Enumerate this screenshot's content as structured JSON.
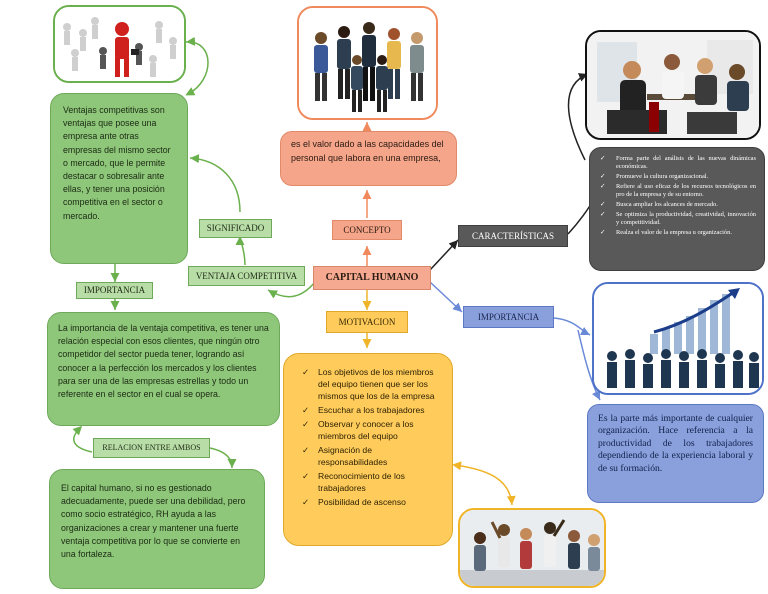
{
  "center": {
    "title": "CAPITAL HUMANO"
  },
  "concepto": {
    "label": "CONCEPTO",
    "text": "es el valor dado a las capacidades del personal que labora en una empresa,"
  },
  "caracteristicas": {
    "label": "CARACTERÍSTICAS",
    "items": [
      "Forma parte del análisis de las nuevas dinámicas económicas.",
      "Promueve la cultura organizacional.",
      "Refiere al uso eficaz de los recursos tecnológicos en pro de la empresa y de su entorno.",
      "Busca ampliar los alcances de mercado.",
      "Se optimiza la productividad, creatividad, innovación y competitividad.",
      "Realza el valor de la empresa u organización."
    ]
  },
  "importancia_right": {
    "label": "IMPORTANCIA",
    "text": "Es la parte más importante de cualquier organización. Hace referencia a la productividad de los trabajadores dependiendo de la experiencia laboral y de su formación."
  },
  "motivacion": {
    "label": "MOTIVACION",
    "items": [
      "Los objetivos de los miembros del equipo tienen que ser los mismos que los de la empresa",
      "Escuchar a los trabajadores",
      "Observar y conocer a los miembros del equipo",
      "Asignación de responsabilidades",
      "Reconocimiento de los trabajadores",
      "Posibilidad de ascenso"
    ]
  },
  "ventaja": {
    "label": "VENTAJA COMPETITIVA",
    "significado_label": "SIGNIFICADO",
    "significado_text": "Ventajas competitivas son ventajas que posee una empresa ante otras empresas del mismo sector o mercado, que le permite destacar o sobresalir ante ellas, y tener una posición competitiva en el sector o mercado.",
    "importancia_label": "IMPORTANCIA",
    "importancia_text": "La importancia de la ventaja competitiva, es tener una relación especial con esos clientes, que ningún otro competidor del sector pueda tener, logrando así conocer a la perfección los mercados y los clientes para ser una de las empresas estrellas y todo un referente en el sector en el cual se opera.",
    "relacion_label": "RELACION ENTRE AMBOS",
    "relacion_text": "El capital humano, si no es gestionado adecuadamente, puede ser una debilidad, pero como socio estratégico, RH ayuda a las organizaciones a crear y mantener una fuerte ventaja competitiva por lo que se convierte en una fortaleza."
  },
  "colors": {
    "center": "#f4a990",
    "concepto": "#f5a58a",
    "caracteristicas": "#595959",
    "importancia": "#8aa0dc",
    "motivacion": "#ffcc5c",
    "ventaja": "#8fc77a"
  },
  "icons": [
    "checkmark-icon"
  ]
}
